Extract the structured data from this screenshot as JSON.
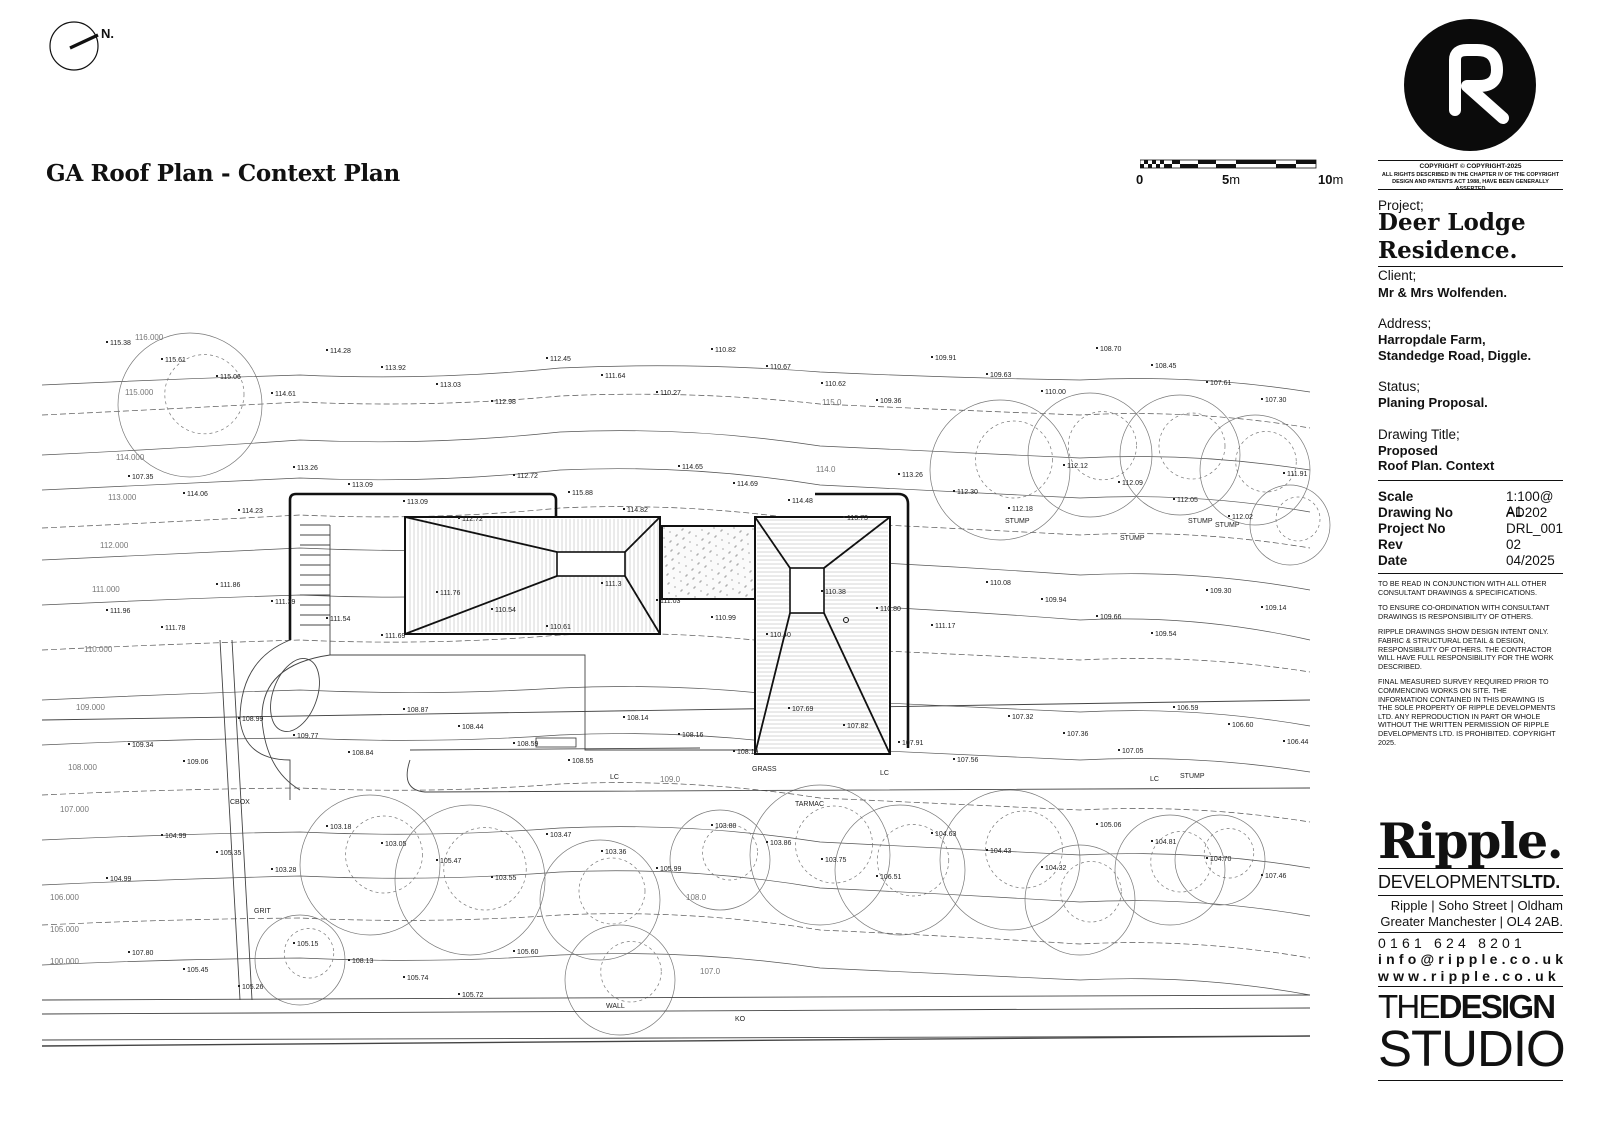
{
  "north_label": "N.",
  "plan_title": "GA Roof Plan - Context Plan",
  "scale_bar": {
    "zero": "0",
    "five": "5",
    "ten": "10",
    "unit": "m"
  },
  "copyright": {
    "heading": "COPYRIGHT © COPYRIGHT-2025",
    "text1": "ALL RIGHTS DESCRIBED IN THE CHAPTER IV OF THE COPYRIGHT",
    "text2": "DESIGN AND PATENTS ACT 1988, HAVE BEEN GENERALLY ASSERTED"
  },
  "project": {
    "label": "Project;",
    "name_line1": "Deer Lodge",
    "name_line2": "Residence."
  },
  "client": {
    "label": "Client;",
    "value": "Mr & Mrs Wolfenden."
  },
  "address": {
    "label": "Address;",
    "line1": "Harropdale Farm,",
    "line2": "Standedge Road, Diggle."
  },
  "status": {
    "label": "Status;",
    "value": "Planing Proposal."
  },
  "drawing_title": {
    "label": "Drawing Title;",
    "line1": "Proposed",
    "line2": "Roof Plan. Context"
  },
  "info": [
    {
      "key": "Scale",
      "value": "1:100@ A1"
    },
    {
      "key": "Drawing No",
      "value": "AD202"
    },
    {
      "key": "Project No",
      "value": "DRL_001"
    },
    {
      "key": "Rev",
      "value": "02"
    },
    {
      "key": "Date",
      "value": "04/2025"
    }
  ],
  "notes": [
    "TO BE READ IN CONJUNCTION WITH ALL OTHER CONSULTANT DRAWINGS & SPECIFICATIONS.",
    "TO ENSURE CO-ORDINATION WITH CONSULTANT DRAWINGS IS RESPONSIBILITY OF OTHERS.",
    "RIPPLE DRAWINGS SHOW DESIGN INTENT ONLY. FABRIC & STRUCTURAL DETAIL & DESIGN, RESPONSIBILITY OF OTHERS. THE CONTRACTOR WILL HAVE FULL RESPONSIBILITY FOR THE WORK DESCRIBED.",
    "FINAL MEASURED SURVEY REQUIRED PRIOR TO COMMENCING WORKS ON SITE. THE INFORMATION CONTAINED IN THIS DRAWING IS THE SOLE PROPERTY OF RIPPLE DEVELOPMENTS LTD. ANY REPRODUCTION IN PART OR WHOLE WITHOUT THE WRITTEN PERMISSION OF RIPPLE DEVELOPMENTS LTD. IS PROHIBITED. COPYRIGHT 2025."
  ],
  "company": {
    "logo_letter": "R",
    "name": "Ripple.",
    "developments": "DEVELOPMENTS",
    "ltd": "LTD.",
    "address_line1": "Ripple | Soho Street | Oldham",
    "address_line2": "Greater Manchester | OL4 2AB.",
    "phone": "0161 624 8201",
    "email": "info@ripple.co.uk",
    "web": "www.ripple.co.uk"
  },
  "studio": {
    "the": "THE",
    "design": "DESIGN",
    "studio": "STUDIO"
  },
  "site_labels": {
    "contours": [
      "116.000",
      "115.000",
      "114.000",
      "113.000",
      "112.000",
      "111.000",
      "110.000",
      "109.000",
      "108.000",
      "107.000",
      "106.000",
      "105.000",
      "100.000",
      "115.0",
      "114.0",
      "109.0",
      "108.0",
      "107.0"
    ],
    "spot_levels": [
      "115.38",
      "115.61",
      "115.06",
      "114.61",
      "114.28",
      "113.92",
      "113.03",
      "112.98",
      "112.45",
      "111.64",
      "110.27",
      "110.82",
      "110.67",
      "110.62",
      "109.36",
      "109.91",
      "109.63",
      "110.00",
      "108.70",
      "108.45",
      "107.61",
      "107.30",
      "107.35",
      "114.06",
      "114.23",
      "113.26",
      "113.09",
      "113.09",
      "112.72",
      "112.72",
      "115.88",
      "114.82",
      "114.65",
      "114.69",
      "114.48",
      "113.73",
      "113.26",
      "112.30",
      "112.18",
      "112.12",
      "112.09",
      "112.05",
      "112.02",
      "111.91",
      "111.96",
      "111.78",
      "111.86",
      "111.39",
      "111.54",
      "111.69",
      "111.76",
      "110.54",
      "110.61",
      "111.3",
      "111.03",
      "110.99",
      "110.40",
      "110.38",
      "110.80",
      "111.17",
      "110.08",
      "109.94",
      "109.66",
      "109.54",
      "109.30",
      "109.14",
      "109.34",
      "109.06",
      "108.99",
      "109.77",
      "108.84",
      "108.87",
      "108.44",
      "108.59",
      "108.55",
      "108.14",
      "108.16",
      "108.19",
      "107.69",
      "107.82",
      "107.91",
      "107.56",
      "107.32",
      "107.36",
      "107.05",
      "106.59",
      "106.60",
      "106.44",
      "104.99",
      "104.99",
      "105.35",
      "103.28",
      "103.18",
      "103.05",
      "105.47",
      "103.55",
      "103.47",
      "103.36",
      "105.99",
      "103.80",
      "103.86",
      "103.75",
      "106.51",
      "104.63",
      "104.43",
      "104.32",
      "105.06",
      "104.81",
      "104.70",
      "107.46",
      "107.80",
      "105.45",
      "105.26",
      "105.15",
      "108.13",
      "105.74",
      "105.72",
      "105.60"
    ],
    "text_notes": [
      "STUMP",
      "STUMP",
      "STUMP",
      "STUMP",
      "STUMP",
      "GRASS",
      "LC",
      "LC",
      "LC",
      "TARMAC",
      "CBOX",
      "GRIT",
      "WALL",
      "KO"
    ]
  }
}
